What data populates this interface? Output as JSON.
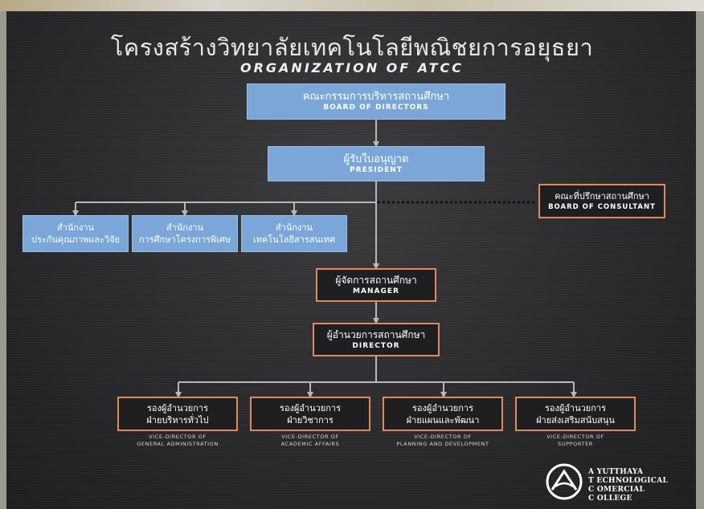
{
  "title": {
    "thai": "โครงสร้างวิทยาลัยเทคโนโลยีพณิชยการอยุธยา",
    "english": "ORGANIZATION OF ATCC"
  },
  "board_of_directors": {
    "thai": "คณะกรรมการบริหารสถานศึกษา",
    "english": "BOARD OF DIRECTORS"
  },
  "president": {
    "thai": "ผู้รับใบอนุญาต",
    "english": "PRESIDENT"
  },
  "board_of_consultant": {
    "thai": "คณะที่ปรึกษาสถานศึกษา",
    "english": "BOARD OF CONSULTANT"
  },
  "offices": [
    {
      "line1": "สำนักงาน",
      "line2": "ประกันคุณภาพและวิจัย"
    },
    {
      "line1": "สำนักงาน",
      "line2": "การศึกษาโครงการพิเศษ"
    },
    {
      "line1": "สำนักงาน",
      "line2": "เทคโนโลยีสารสนเทศ"
    }
  ],
  "manager": {
    "thai": "ผู้จัดการสถานศึกษา",
    "english": "MANAGER"
  },
  "director": {
    "thai": "ผู้อำนวยการสถานศึกษา",
    "english": "DIRECTOR"
  },
  "vice_directors": [
    {
      "line1": "รองผู้อำนวยการ",
      "line2": "ฝ่ายบริหารทั่วไป",
      "caption1": "VICE-DIRECTOR OF",
      "caption2": "GENERAL ADMINISTRATION"
    },
    {
      "line1": "รองผู้อำนวยการ",
      "line2": "ฝ่ายวิชาการ",
      "caption1": "VICE-DIRECTOR OF",
      "caption2": "ACADEMIC AFFAIRS"
    },
    {
      "line1": "รองผู้อำนวยการ",
      "line2": "ฝ่ายแผนและพัฒนา",
      "caption1": "VICE-DIRECTOR OF",
      "caption2": "PLANNING AND DEVELOPMENT"
    },
    {
      "line1": "รองผู้อำนวยการ",
      "line2": "ฝ่ายส่งเสริมสนับสนุน",
      "caption1": "VICE-DIRECTOR OF",
      "caption2": "SUPPORTER"
    }
  ],
  "logo": {
    "icon": "college-logo-icon",
    "line1": "A YUTTHAYA",
    "line2": "T ECHNOLOGICAL",
    "line3": "C OMERCIAL",
    "line4": "C OLLEGE"
  },
  "colors": {
    "box_blue": "#7aa6d8",
    "box_outline": "#e08a5c",
    "background": "#2b2b2e",
    "connector": "#b8b8b8"
  }
}
